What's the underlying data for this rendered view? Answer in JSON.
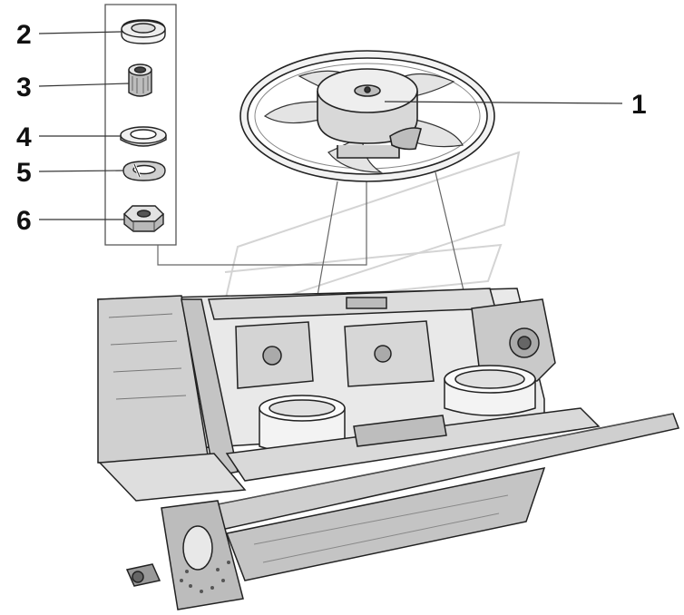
{
  "diagram": {
    "callouts": [
      {
        "id": "1",
        "label": "1",
        "part": "fan-assembly"
      },
      {
        "id": "2",
        "label": "2",
        "part": "rubber-cap"
      },
      {
        "id": "3",
        "label": "3",
        "part": "bushing"
      },
      {
        "id": "4",
        "label": "4",
        "part": "flat-washer"
      },
      {
        "id": "5",
        "label": "5",
        "part": "spring-washer"
      },
      {
        "id": "6",
        "label": "6",
        "part": "nut"
      }
    ]
  }
}
